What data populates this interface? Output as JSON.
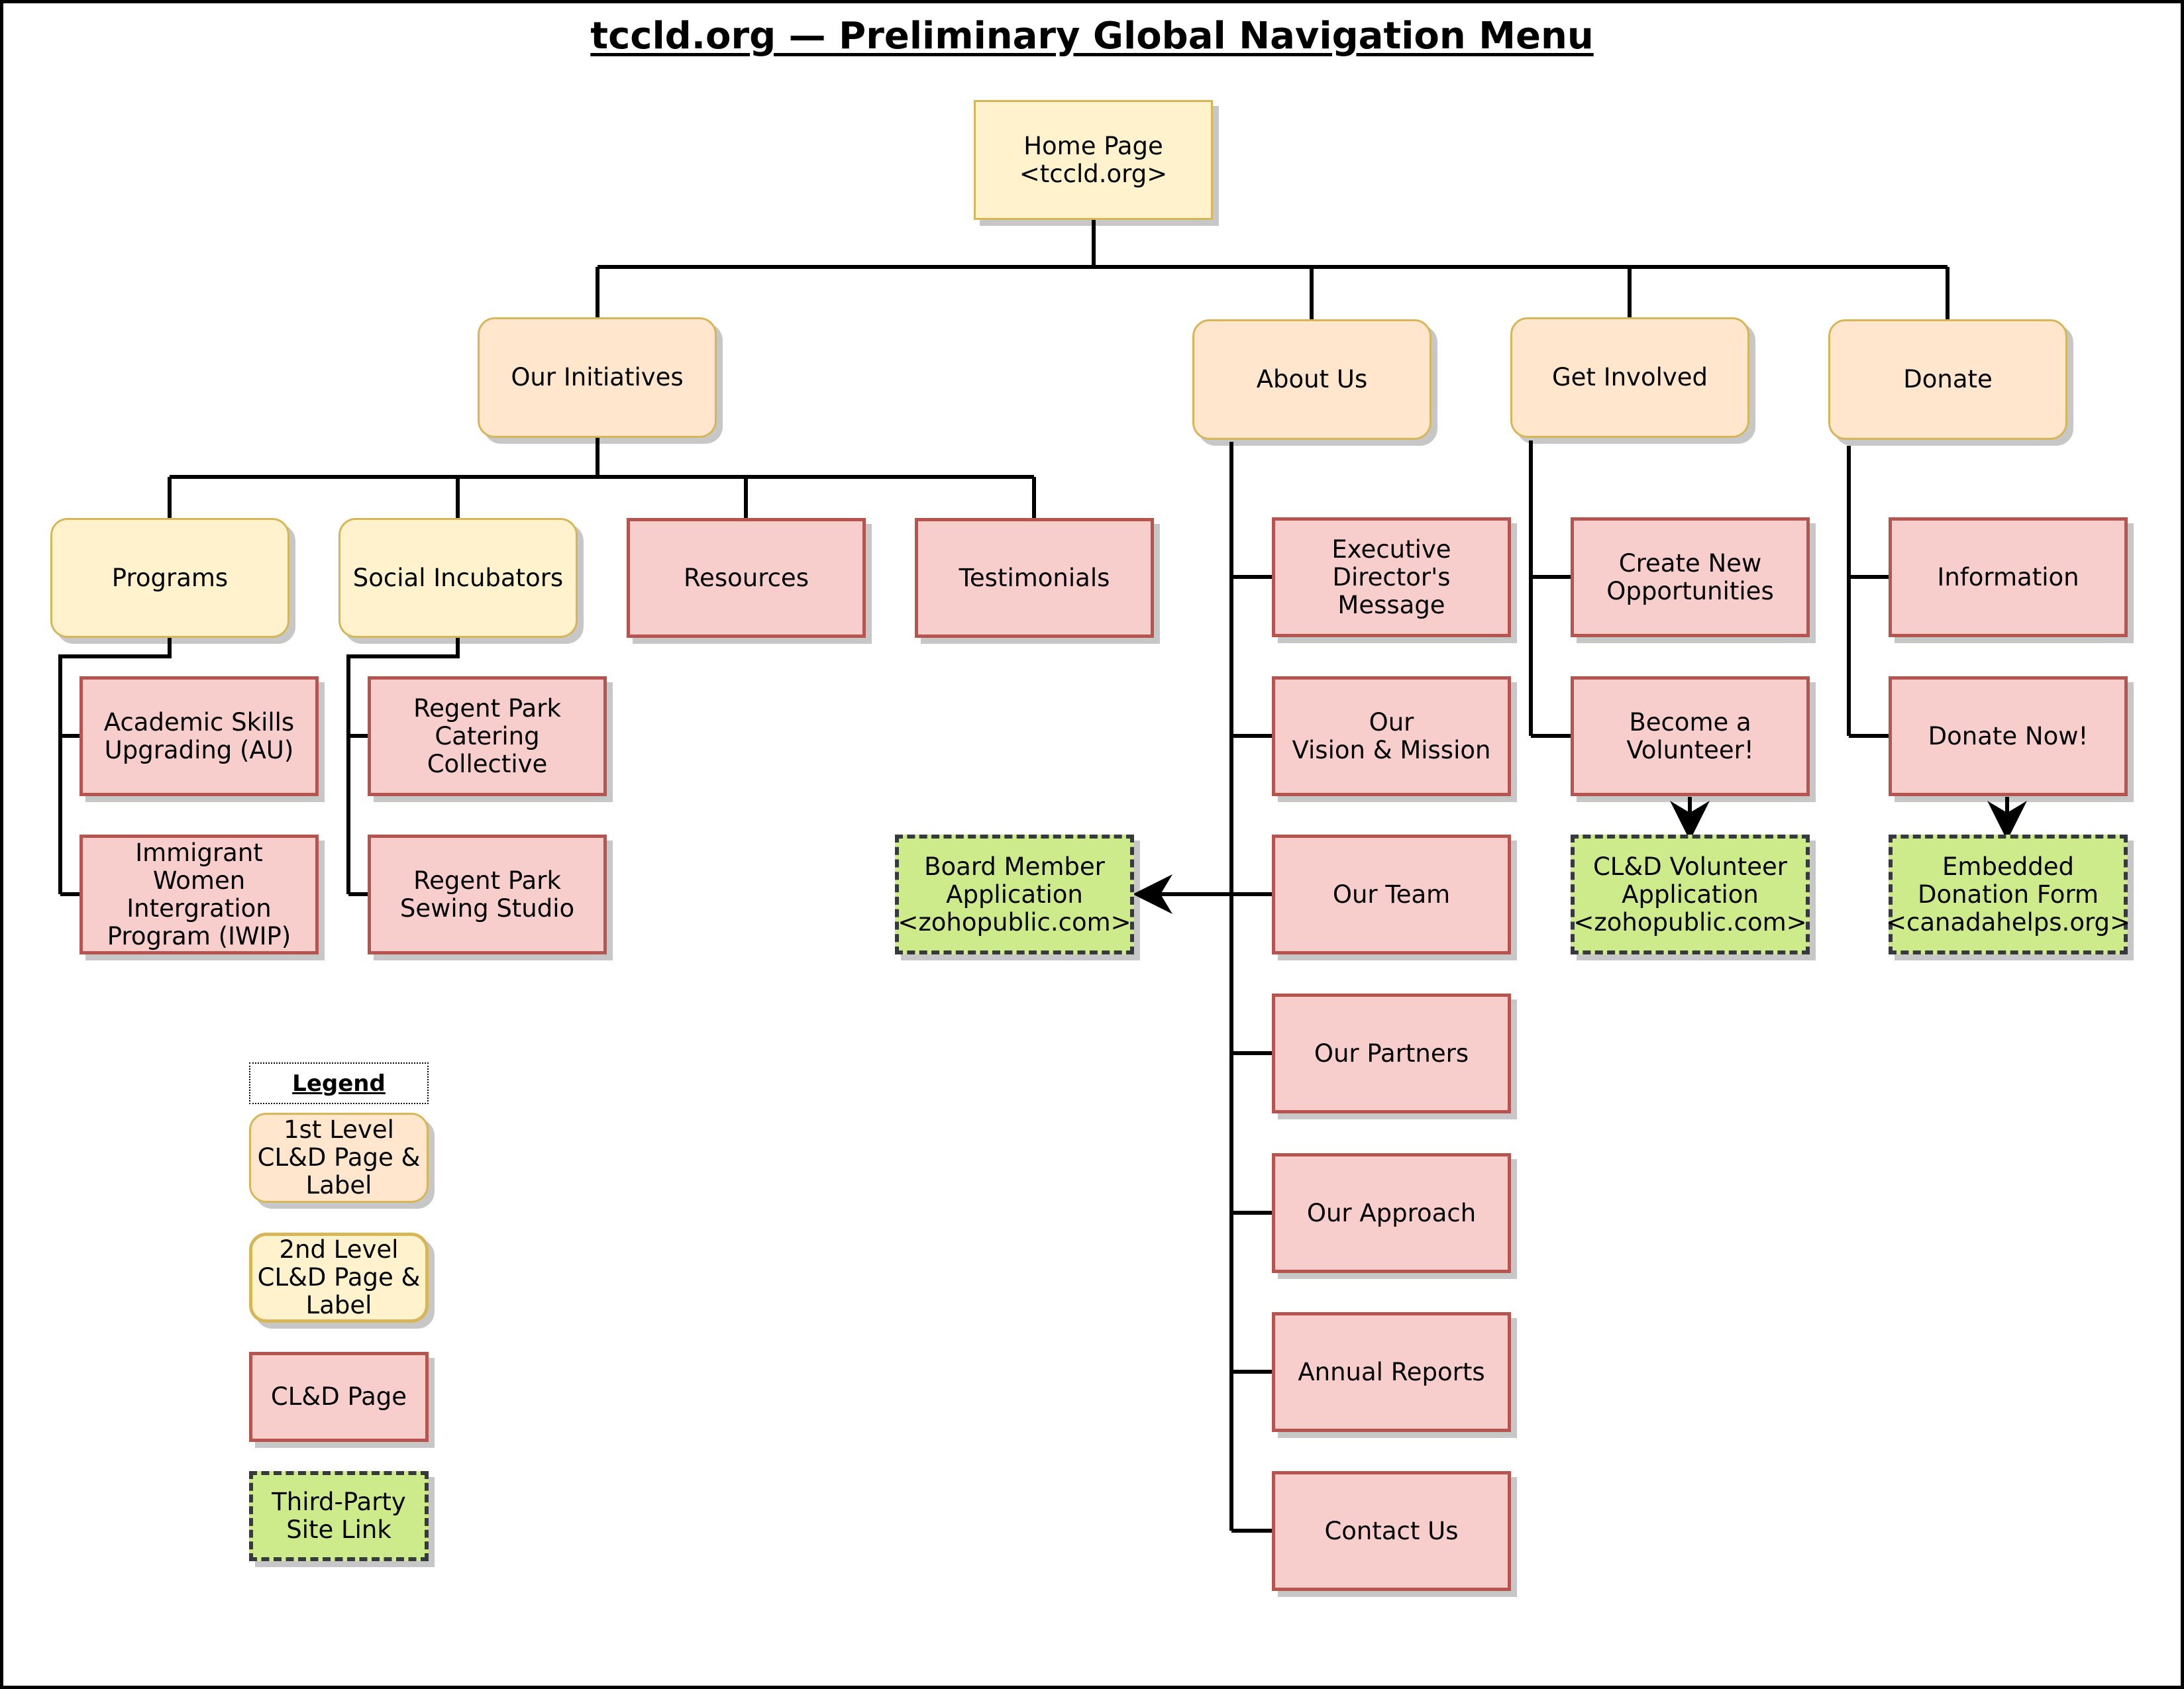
{
  "title": "tccld.org — Preliminary Global Navigation Menu",
  "colors": {
    "first_level_fill": "#ffe6cc",
    "second_level_fill": "#fff2cc",
    "level_border": "#d6b656",
    "page_fill": "#f8cecc",
    "page_border": "#b85450",
    "third_party_fill": "#cdeb8b",
    "third_party_border": "#36393d",
    "connector": "#000000"
  },
  "nodes": {
    "home": "Home Page\n<tccld.org>",
    "our_initiatives": "Our Initiatives",
    "about_us": "About Us",
    "get_involved": "Get Involved",
    "donate": "Donate",
    "programs": "Programs",
    "social_incubators": "Social Incubators",
    "resources": "Resources",
    "testimonials": "Testimonials",
    "academic_skills": "Academic Skills\nUpgrading (AU)",
    "iwip": "Immigrant Women\nIntergration\nProgram (IWIP)",
    "catering": "Regent Park\nCatering Collective",
    "sewing": "Regent Park\nSewing Studio",
    "exec_message": "Executive\nDirector's Message",
    "vision_mission": "Our\nVision & Mission",
    "our_team": "Our Team",
    "our_partners": "Our Partners",
    "our_approach": "Our Approach",
    "annual_reports": "Annual Reports",
    "contact_us": "Contact Us",
    "board_application": "Board Member\nApplication\n<zohopublic.com>",
    "create_opportunities": "Create New\nOpportunities",
    "become_volunteer": "Become a\nVolunteer!",
    "volunteer_application": "CL&D Volunteer\nApplication\n<zohopublic.com>",
    "information": "Information",
    "donate_now": "Donate Now!",
    "donation_form": "Embedded\nDonation Form\n<canadahelps.org>"
  },
  "legend": {
    "title": "Legend",
    "first_level": "1st Level\nCL&D Page &\nLabel",
    "second_level": "2nd Level\nCL&D Page &\nLabel",
    "page": "CL&D Page",
    "third_party": "Third-Party\nSite Link"
  }
}
